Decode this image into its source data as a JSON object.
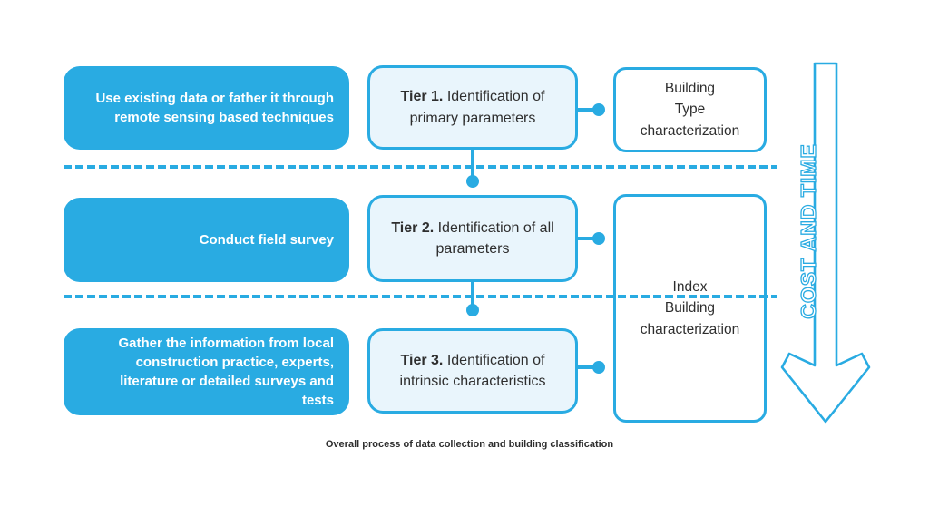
{
  "colors": {
    "accent": "#29ABE2",
    "tier_fill": "#E9F5FC",
    "box_text_dark": "#2e2e2e",
    "action_text": "#ffffff"
  },
  "rows": [
    {
      "action": "Use existing data or father it through remote sensing based techniques",
      "tier_label": "Tier 1.",
      "tier_text": "Identification of primary parameters"
    },
    {
      "action": "Conduct field survey",
      "tier_label": "Tier 2.",
      "tier_text": "Identification of all parameters"
    },
    {
      "action": "Gather the information from local construction practice, experts, literature or detailed surveys and tests",
      "tier_label": "Tier 3.",
      "tier_text": "Identification of intrinsic characteristics"
    }
  ],
  "outcomes": {
    "building_type": "Building\nType\ncharacterization",
    "index_building": "Index\nBuilding\ncharacterization"
  },
  "arrow_label": "COST AND TIME",
  "caption": "Overall process of data collection and building classification"
}
